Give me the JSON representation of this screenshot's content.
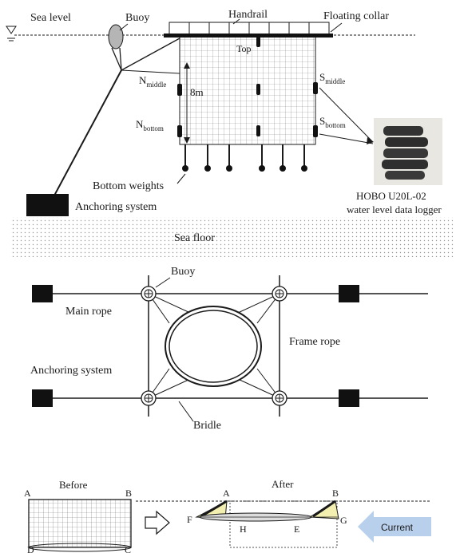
{
  "side_view": {
    "sea_level": "Sea level",
    "buoy": "Buoy",
    "handrail": "Handrail",
    "floating_collar": "Floating collar",
    "top": "Top",
    "n_middle_main": "N",
    "n_middle_sub": "middle",
    "n_bottom_main": "N",
    "n_bottom_sub": "bottom",
    "s_middle_main": "S",
    "s_middle_sub": "middle",
    "s_bottom_main": "S",
    "s_bottom_sub": "bottom",
    "depth": "8m",
    "bottom_weights": "Bottom weights",
    "anchoring_system": "Anchoring system",
    "sea_floor": "Sea floor",
    "logger_line1": "HOBO U20L-02",
    "logger_line2": "water level data logger"
  },
  "top_view": {
    "buoy": "Buoy",
    "main_rope": "Main rope",
    "frame_rope": "Frame rope",
    "anchoring_system": "Anchoring system",
    "bridle": "Bridle"
  },
  "deformation": {
    "before": "Before",
    "after": "After",
    "a": "A",
    "b": "B",
    "c": "C",
    "d": "D",
    "a2": "A",
    "b2": "B",
    "e": "E",
    "f": "F",
    "g": "G",
    "h": "H",
    "current": "Current"
  },
  "colors": {
    "line": "#1a1a1a",
    "floor": "#f3f3f3",
    "wedge": "#f3efb0",
    "arrow": "#b9d0ec"
  }
}
